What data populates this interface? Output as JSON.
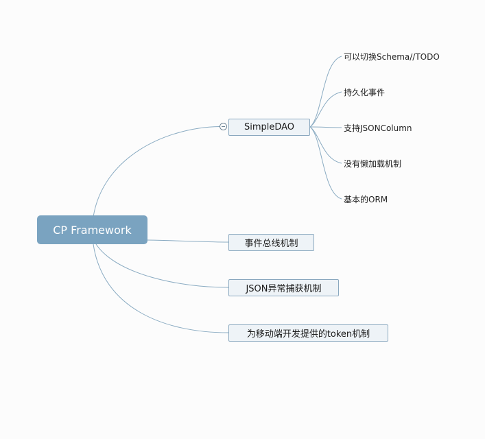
{
  "root": {
    "label": "CP Framework"
  },
  "branches": [
    {
      "label": "SimpleDAO",
      "children": [
        "可以切换Schema//TODO",
        "持久化事件",
        "支持JSONColumn",
        "没有懒加载机制",
        "基本的ORM"
      ]
    },
    {
      "label": "事件总线机制",
      "children": []
    },
    {
      "label": "JSON异常捕获机制",
      "children": []
    },
    {
      "label": "为移动端开发提供的token机制",
      "children": []
    }
  ],
  "colors": {
    "root_fill": "#7aa3c0",
    "branch_fill": "#eef3f7",
    "branch_border": "#8aa8bf",
    "connector": "#8aabc2",
    "background": "#fcfcfc"
  },
  "icons": {
    "collapse": "minus-circle-icon"
  }
}
